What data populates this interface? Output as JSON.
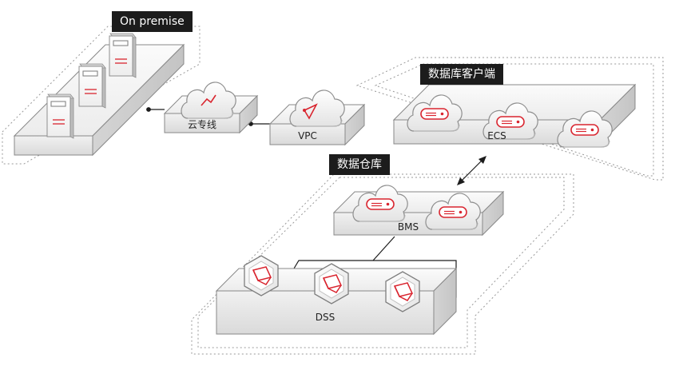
{
  "colors": {
    "accent": "#d9252f",
    "tag_bg": "#1c1c1c"
  },
  "tags": {
    "on_premise": "On premise",
    "db_client": "数据库客户端",
    "data_warehouse": "数据仓库"
  },
  "platforms": {
    "direct_connect": "云专线",
    "vpc": "VPC",
    "ecs": "ECS",
    "bms": "BMS",
    "dss": "DSS"
  },
  "icons": {
    "on_premise_servers": "server-icon",
    "direct_connect": "cloud-link-icon",
    "vpc": "cloud-router-icon",
    "ecs": "cloud-server-icon",
    "bms": "cloud-server-icon",
    "dss": "storage-node-icon",
    "ecs_bms_link": "double-arrow-icon"
  }
}
